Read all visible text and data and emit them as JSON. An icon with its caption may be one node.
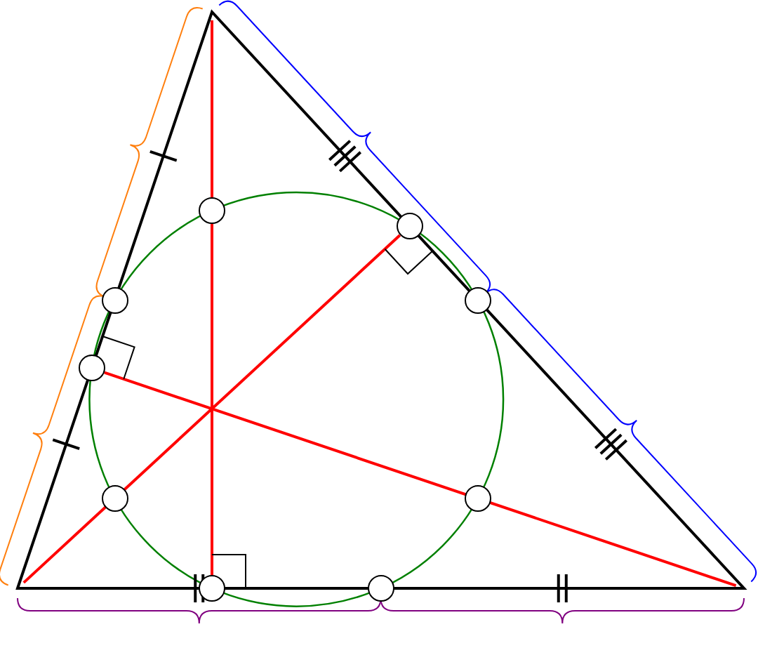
{
  "diagram": {
    "nodes": [
      {
        "text": [],
        "shape": "circle"
      },
      {
        "text": [],
        "shape": "circle"
      },
      {
        "text": [],
        "shape": "circle"
      },
      {
        "text": [],
        "shape": "circle"
      },
      {
        "text": [],
        "shape": "circle"
      },
      {
        "text": [],
        "shape": "circle"
      },
      {
        "text": [],
        "shape": "circle"
      },
      {
        "text": [],
        "shape": "circle"
      },
      {
        "text": [],
        "shape": "circle"
      }
    ],
    "edges": [
      {
        "from": null,
        "to": 1,
        "arrow": "none"
      },
      {
        "from": null,
        "to": 7,
        "arrow": "none"
      },
      {
        "from": null,
        "to": 4,
        "arrow": "none"
      }
    ]
  }
}
